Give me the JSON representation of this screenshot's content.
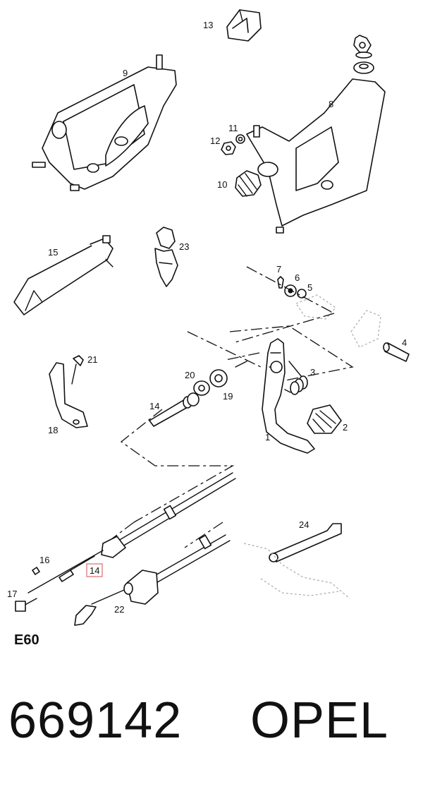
{
  "diagram": {
    "section_code": "E60",
    "footer": {
      "part_number": "669142",
      "brand": "OPEL"
    },
    "highlight_color": "#e08080",
    "callouts": {
      "c1": "1",
      "c2": "2",
      "c3": "3",
      "c4": "4",
      "c5": "5",
      "c6": "6",
      "c7": "7",
      "c8": "8",
      "c9": "9",
      "c10": "10",
      "c11": "11",
      "c12": "12",
      "c13": "13",
      "c14_upper": "14",
      "c14_highlighted": "14",
      "c15": "15",
      "c16": "16",
      "c17": "17",
      "c18": "18",
      "c19": "19",
      "c20": "20",
      "c21": "21",
      "c22": "22",
      "c23": "23",
      "c24": "24"
    }
  }
}
